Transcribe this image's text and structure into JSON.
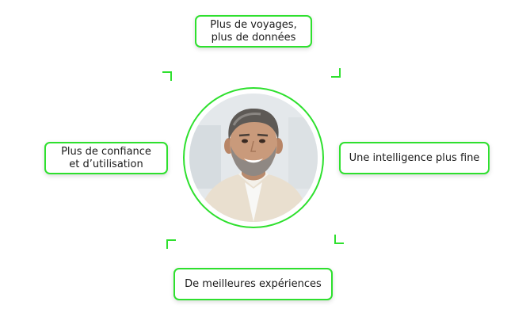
{
  "diagram": {
    "top": {
      "line1": "Plus de voyages,",
      "line2": "plus de données"
    },
    "left": {
      "line1": "Plus de confiance",
      "line2": "et d’utilisation"
    },
    "right": {
      "label": "Une intelligence plus fine"
    },
    "bottom": {
      "label": "De meilleures expériences"
    }
  },
  "colors": {
    "accent": "#2ee02e",
    "text": "#1a1a1a",
    "background": "#ffffff"
  }
}
